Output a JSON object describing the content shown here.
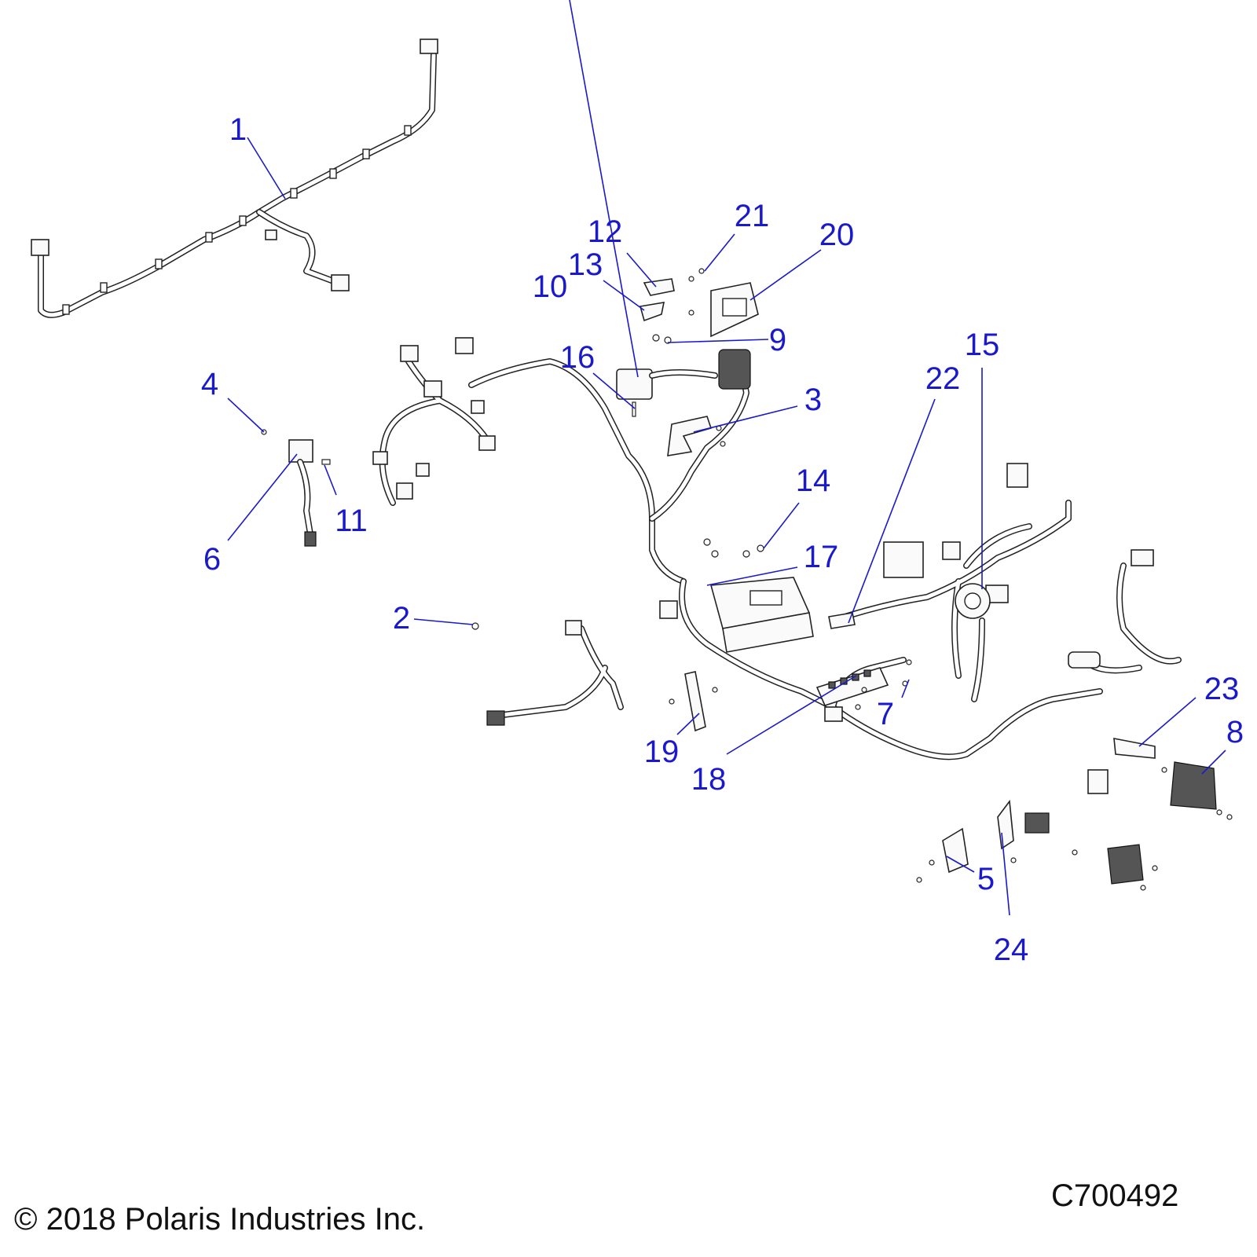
{
  "copyright": "© 2018 Polaris Industries Inc.",
  "figure_code": "C700492",
  "callouts": [
    "1",
    "2",
    "3",
    "4",
    "5",
    "6",
    "7",
    "8",
    "9",
    "10",
    "11",
    "12",
    "13",
    "14",
    "15",
    "16",
    "17",
    "18",
    "19",
    "20",
    "21",
    "22",
    "23",
    "24"
  ],
  "colors": {
    "callout": "#1a1acc",
    "line_art": "#222222",
    "background": "#ffffff"
  }
}
